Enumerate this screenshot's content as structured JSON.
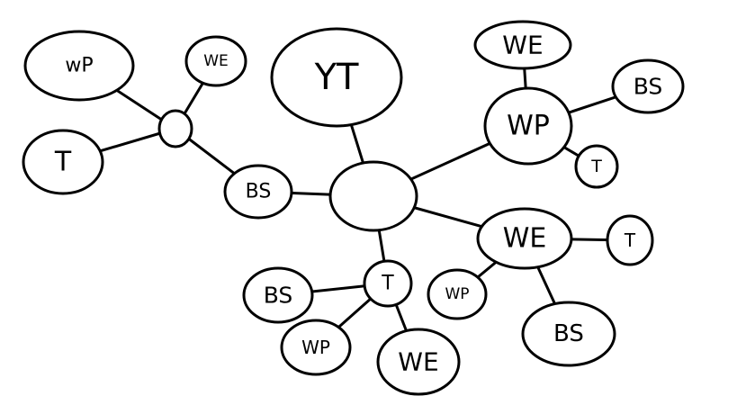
{
  "colors": {
    "ink": "#000000",
    "background": "#ffffff"
  },
  "mind_map": {
    "nodes": [
      {
        "id": "center",
        "label": ""
      },
      {
        "id": "yt",
        "label": "YT"
      },
      {
        "id": "hub-left",
        "label": ""
      },
      {
        "id": "bs-left",
        "label": "BS"
      },
      {
        "id": "wp-topleft",
        "label": "wP"
      },
      {
        "id": "we-topleft",
        "label": "WE"
      },
      {
        "id": "t-left",
        "label": "T"
      },
      {
        "id": "wp-right",
        "label": "WP"
      },
      {
        "id": "we-topright",
        "label": "WE"
      },
      {
        "id": "bs-topright",
        "label": "BS"
      },
      {
        "id": "t-right-small",
        "label": "T"
      },
      {
        "id": "we-right",
        "label": "WE"
      },
      {
        "id": "t-far-right",
        "label": "T"
      },
      {
        "id": "wp-right-small",
        "label": "WP"
      },
      {
        "id": "bs-bottomright",
        "label": "BS"
      },
      {
        "id": "t-bottom",
        "label": "T"
      },
      {
        "id": "bs-bottom",
        "label": "BS"
      },
      {
        "id": "wp-bottom",
        "label": "WP"
      },
      {
        "id": "we-bottom",
        "label": "WE"
      }
    ],
    "edges": [
      [
        "center",
        "yt"
      ],
      [
        "center",
        "bs-left"
      ],
      [
        "bs-left",
        "hub-left"
      ],
      [
        "hub-left",
        "wp-topleft"
      ],
      [
        "hub-left",
        "we-topleft"
      ],
      [
        "hub-left",
        "t-left"
      ],
      [
        "center",
        "wp-right"
      ],
      [
        "wp-right",
        "we-topright"
      ],
      [
        "wp-right",
        "bs-topright"
      ],
      [
        "wp-right",
        "t-right-small"
      ],
      [
        "center",
        "we-right"
      ],
      [
        "we-right",
        "t-far-right"
      ],
      [
        "we-right",
        "wp-right-small"
      ],
      [
        "we-right",
        "bs-bottomright"
      ],
      [
        "center",
        "t-bottom"
      ],
      [
        "t-bottom",
        "bs-bottom"
      ],
      [
        "t-bottom",
        "wp-bottom"
      ],
      [
        "t-bottom",
        "we-bottom"
      ]
    ]
  }
}
